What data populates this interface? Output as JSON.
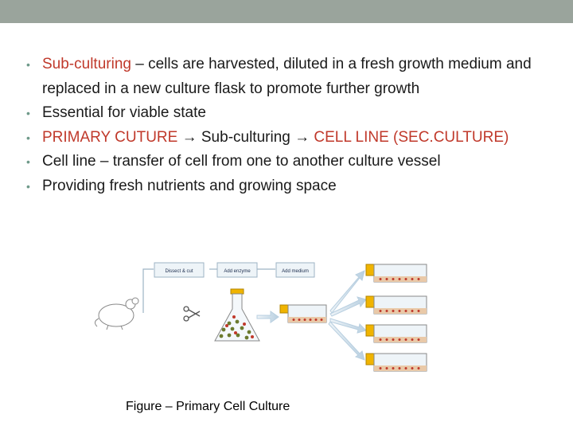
{
  "bullets": [
    {
      "prefix": "Sub-culturing",
      "suffix": " – cells are harvested, diluted in a fresh growth medium and replaced in a new culture flask to promote further growth"
    },
    {
      "text": "Essential for viable state"
    },
    {
      "part1": "PRIMARY CUTURE ",
      "part2": " Sub-culturing ",
      "part3": " CELL LINE (SEC.CULTURE)"
    },
    {
      "text": "Cell line – transfer of cell from one to another culture vessel"
    },
    {
      "text": "Providing fresh nutrients and growing space"
    }
  ],
  "figure": {
    "step_labels": [
      "Dissect & cut",
      "Add enzyme",
      "Add medium"
    ],
    "caption": "Figure – Primary Cell Culture"
  },
  "colors": {
    "accent_red": "#c0392b",
    "header_bar": "#9aa49c",
    "bullet_dot": "#6f9a8a",
    "flask_cap": "#f0b400",
    "cell_dot": "#c0392b"
  }
}
